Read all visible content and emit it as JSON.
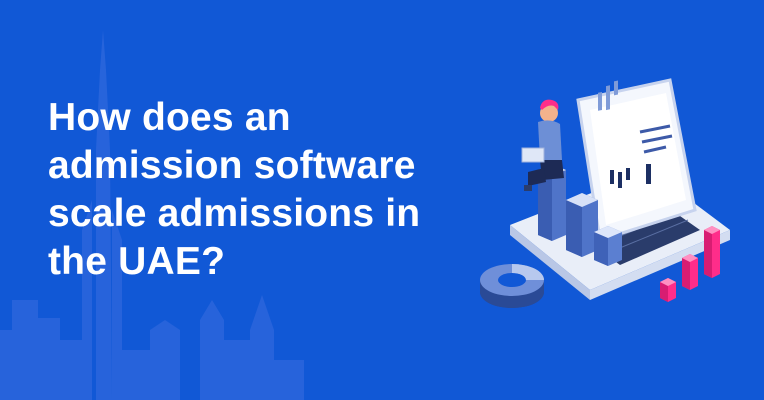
{
  "headline": {
    "lines": [
      "How does an",
      "admission software",
      "scale admissions in",
      "the UAE?"
    ]
  },
  "colors": {
    "background": "#1158d6",
    "skyline": "#2b6be0",
    "text": "#ffffff",
    "accent_pink": "#ff2d8a"
  },
  "illustration": {
    "icons": [
      "laptop-dashboard",
      "person-with-laptop",
      "bar-chart-columns",
      "donut-chart",
      "pink-bar-chart"
    ]
  }
}
